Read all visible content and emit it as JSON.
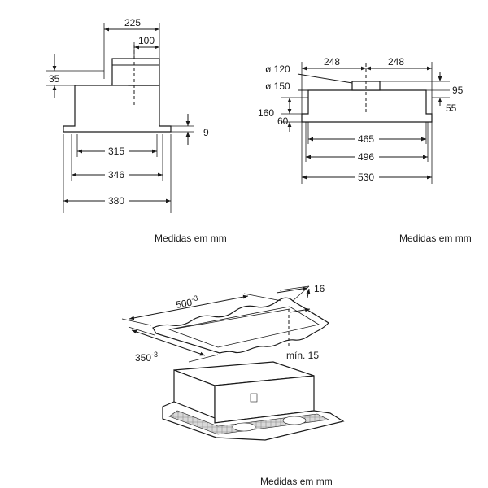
{
  "side_view": {
    "dim_225": "225",
    "dim_100": "100",
    "dim_35": "35",
    "dim_9": "9",
    "dim_315": "315",
    "dim_346": "346",
    "dim_380": "380",
    "caption": "Medidas em mm"
  },
  "front_view": {
    "dia_120": "ø 120",
    "dia_150": "ø 150",
    "dim_248_left": "248",
    "dim_248_right": "248",
    "dim_95": "95",
    "dim_55": "55",
    "dim_160": "160",
    "dim_60": "60",
    "dim_465": "465",
    "dim_496": "496",
    "dim_530": "530",
    "caption": "Medidas em mm"
  },
  "iso_view": {
    "dim_500": "500",
    "dim_500_tol": "-3",
    "dim_350": "350",
    "dim_350_tol": "-3",
    "dim_16": "16",
    "dim_min15": "mín. 15",
    "caption": "Medidas em mm"
  }
}
